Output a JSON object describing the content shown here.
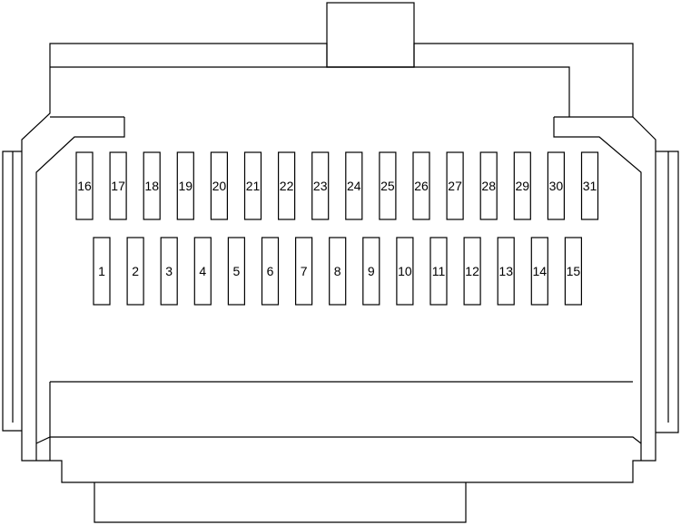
{
  "fuses": {
    "top_row": [
      "16",
      "17",
      "18",
      "19",
      "20",
      "21",
      "22",
      "23",
      "24",
      "25",
      "26",
      "27",
      "28",
      "29",
      "30",
      "31"
    ],
    "bottom_row": [
      "1",
      "2",
      "3",
      "4",
      "5",
      "6",
      "7",
      "8",
      "9",
      "10",
      "11",
      "12",
      "13",
      "14",
      "15"
    ]
  }
}
